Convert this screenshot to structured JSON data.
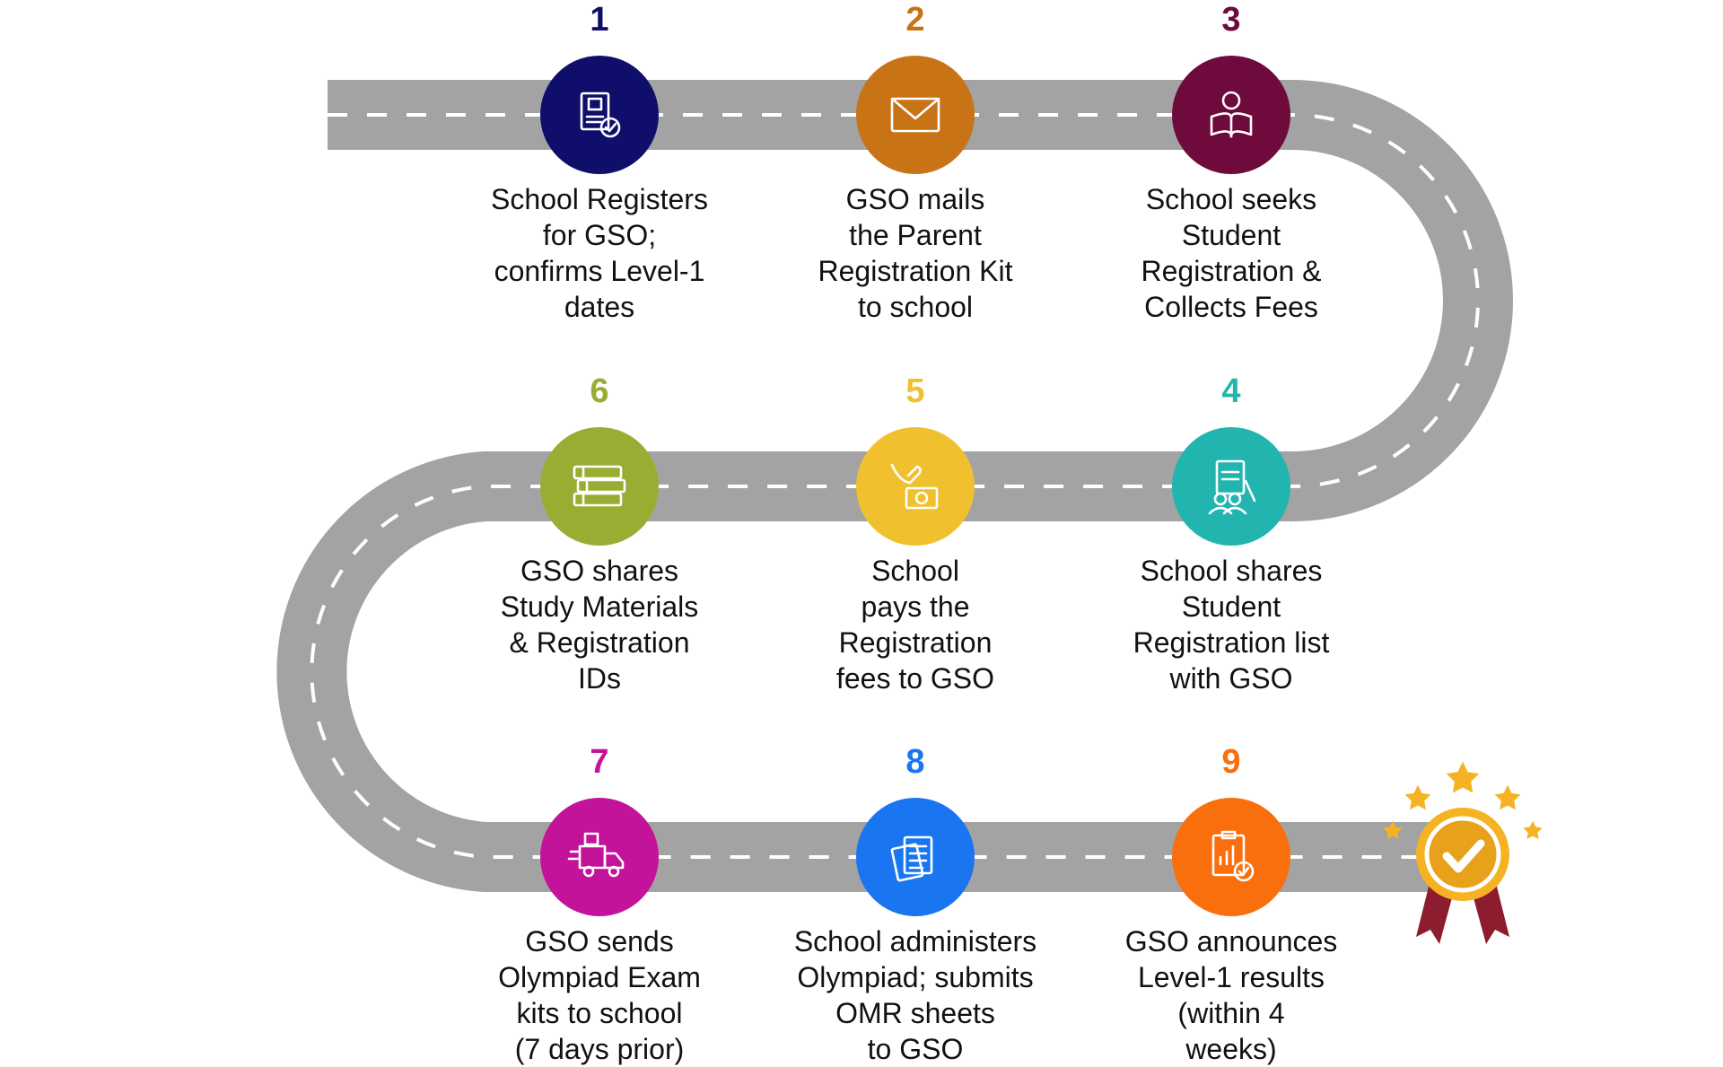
{
  "steps": [
    {
      "number": "1",
      "label": "School Registers\nfor GSO;\nconfirms Level-1\ndates",
      "color": "#0f0f6b",
      "icon": "registration-form-icon"
    },
    {
      "number": "2",
      "label": "GSO mails\nthe Parent\nRegistration Kit\nto school",
      "color": "#c97317",
      "icon": "envelope-icon"
    },
    {
      "number": "3",
      "label": "School seeks\nStudent\nRegistration &\nCollects Fees",
      "color": "#6e0a3c",
      "icon": "student-reading-icon"
    },
    {
      "number": "4",
      "label": "School shares\nStudent\nRegistration list\nwith GSO",
      "color": "#22b5b0",
      "icon": "clipboard-group-icon"
    },
    {
      "number": "5",
      "label": "School\npays the\nRegistration\nfees to GSO",
      "color": "#f0c02f",
      "icon": "hand-money-icon"
    },
    {
      "number": "6",
      "label": "GSO shares\nStudy Materials\n& Registration\nIDs",
      "color": "#9aad32",
      "icon": "books-icon"
    },
    {
      "number": "7",
      "label": "GSO sends\nOlympiad Exam\nkits to school\n(7 days prior)",
      "color": "#c4139b",
      "icon": "delivery-truck-icon"
    },
    {
      "number": "8",
      "label": "School administers\nOlympiad; submits\nOMR sheets\nto GSO",
      "color": "#1976f0",
      "icon": "documents-icon"
    },
    {
      "number": "9",
      "label": "GSO announces\nLevel-1 results\n(within 4\nweeks)",
      "color": "#f96f0e",
      "icon": "results-clipboard-icon"
    }
  ],
  "road": {
    "color": "#a3a3a3",
    "dash_color": "#ffffff"
  },
  "badge": {
    "icon": "award-badge-icon",
    "gold": "#f5b324",
    "ribbon": "#8c1c2e"
  }
}
